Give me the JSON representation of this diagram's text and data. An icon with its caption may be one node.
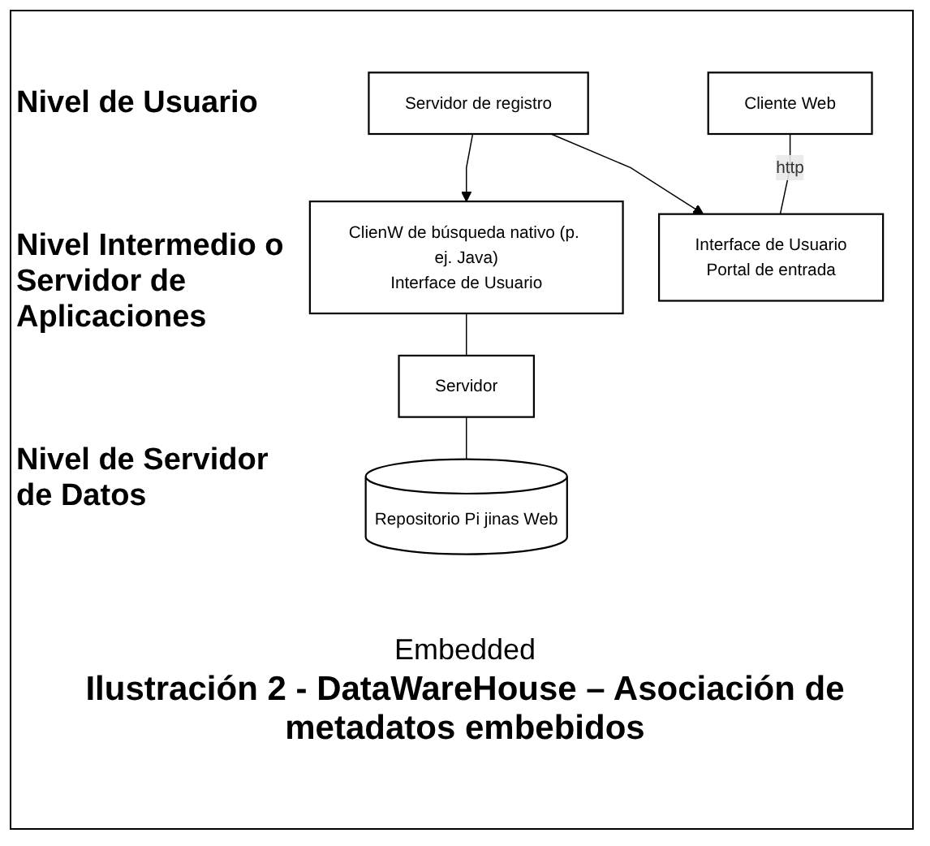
{
  "diagram": {
    "caption": "Ilustración 2 - DataWareHouse – Asociación de metadatos embebidos",
    "nodes": [
      {
        "text": [
          "Cliente Web"
        ]
      },
      {
        "text": [
          "ClienW de búsqueda nativo (p. ej. Java)",
          "Interface de Usuario"
        ]
      },
      {
        "text": [
          "Interface de Usuario",
          "Portal de entrada"
        ]
      },
      {
        "text": [
          "Servidor de registro"
        ]
      },
      {
        "text": [
          "Servidor"
        ]
      },
      {
        "text": [
          "Repositorio Pi jinas Web"
        ]
      }
    ],
    "edges": [
      {
        "from": 0,
        "to": 2,
        "arrow": "none",
        "label": "http"
      },
      {
        "from": 3,
        "to": 1,
        "arrow": "to"
      },
      {
        "from": 3,
        "to": 2,
        "arrow": "to"
      },
      {
        "from": 1,
        "to": 4,
        "arrow": "none"
      },
      {
        "from": 4,
        "to": 5,
        "arrow": "none"
      }
    ],
    "labels": [
      "Nivel de Usuario",
      "Nivel Intermedio o Servidor de Aplicaciones",
      "Nivel de Servidor de Datos",
      "Embedded"
    ]
  }
}
